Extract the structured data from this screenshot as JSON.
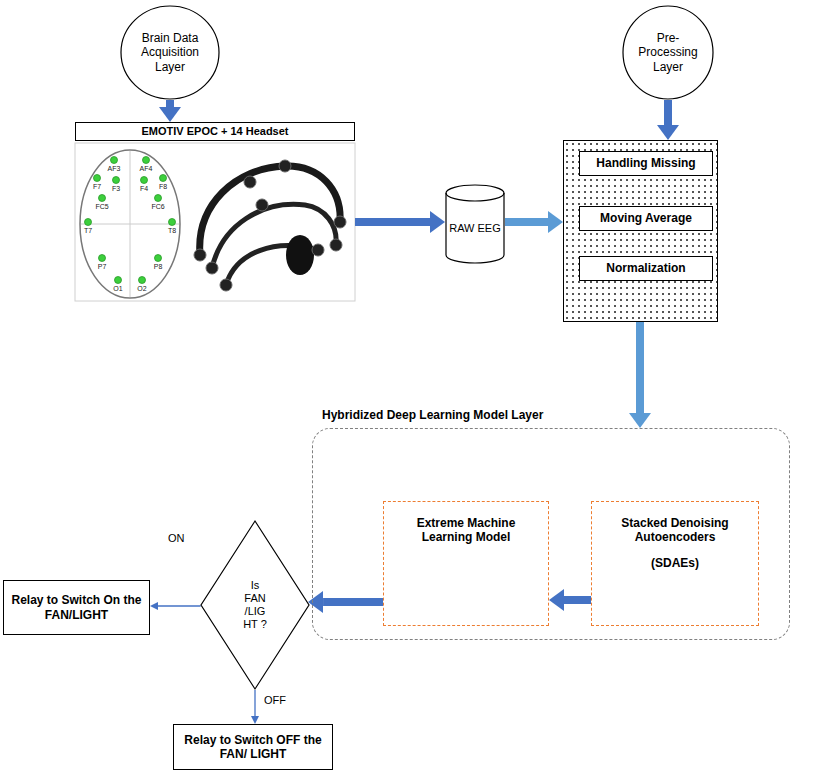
{
  "diagram": {
    "nodes": [
      {
        "text": [
          "Brain Data Acquisition Layer"
        ]
      },
      {
        "text": [
          "Pre-Processing Layer"
        ]
      },
      {
        "text": [
          "EMOTIV EPOC + 14 Headset"
        ]
      },
      {
        "text": [
          "RAW EEG"
        ]
      },
      {
        "text": []
      },
      {
        "text": [
          "Handling Missing"
        ],
        "in": 4
      },
      {
        "text": [
          "Moving Average"
        ],
        "in": 4
      },
      {
        "text": [
          "Normalization"
        ],
        "in": 4
      },
      {
        "text": [
          "Hybridized Deep Learning Model Layer"
        ]
      },
      {
        "text": [
          "Extreme Machine Learning Model"
        ],
        "in": 8
      },
      {
        "text": [
          "Stacked Denoising Autoencoders",
          "(SDAEs)"
        ],
        "in": 8
      },
      {
        "text": [
          "Is FAN /LIG HT ?"
        ]
      },
      {
        "text": [
          "Relay to Switch On the FAN/LIGHT"
        ]
      },
      {
        "text": [
          "Relay to Switch OFF the FAN/ LIGHT"
        ]
      }
    ],
    "edges": [
      {
        "from": 0,
        "to": 2,
        "arrow": "to"
      },
      {
        "from": 1,
        "to": 4,
        "arrow": "to"
      },
      {
        "from": 2,
        "to": 3,
        "arrow": "to"
      },
      {
        "from": 3,
        "to": 4,
        "arrow": "to"
      },
      {
        "from": 4,
        "to": 8,
        "arrow": "to"
      },
      {
        "from": 10,
        "to": 9,
        "arrow": "to"
      },
      {
        "from": 9,
        "to": 11,
        "arrow": "to"
      },
      {
        "from": 11,
        "to": 12,
        "label": "ON",
        "arrow": "to"
      },
      {
        "from": 11,
        "to": 13,
        "label": "OFF",
        "arrow": "to"
      }
    ],
    "labels": [
      "AF3",
      "F7",
      "F3",
      "FC5",
      "T7",
      "P7",
      "O1",
      "O2",
      "P8",
      "T8",
      "FC6",
      "F4",
      "F8",
      "AF4"
    ]
  }
}
